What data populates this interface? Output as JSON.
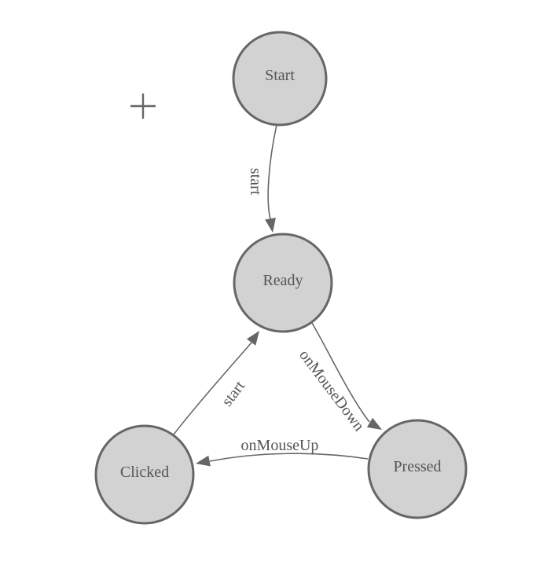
{
  "theme": {
    "background": "#ffffff",
    "node_fill": "#d2d2d2",
    "node_stroke": "#666666",
    "edge_color": "#666666",
    "arrow_color": "#666666",
    "label_color": "#555555",
    "cursor_color": "#666666"
  },
  "diagram": {
    "type": "finite-state-machine",
    "nodes": [
      {
        "id": "start",
        "label": "Start"
      },
      {
        "id": "ready",
        "label": "Ready"
      },
      {
        "id": "clicked",
        "label": "Clicked"
      },
      {
        "id": "pressed",
        "label": "Pressed"
      }
    ],
    "edges": [
      {
        "from": "start",
        "to": "ready",
        "label": "start"
      },
      {
        "from": "ready",
        "to": "pressed",
        "label": "onMouseDown"
      },
      {
        "from": "pressed",
        "to": "clicked",
        "label": "onMouseUp"
      },
      {
        "from": "clicked",
        "to": "ready",
        "label": "start"
      }
    ]
  }
}
